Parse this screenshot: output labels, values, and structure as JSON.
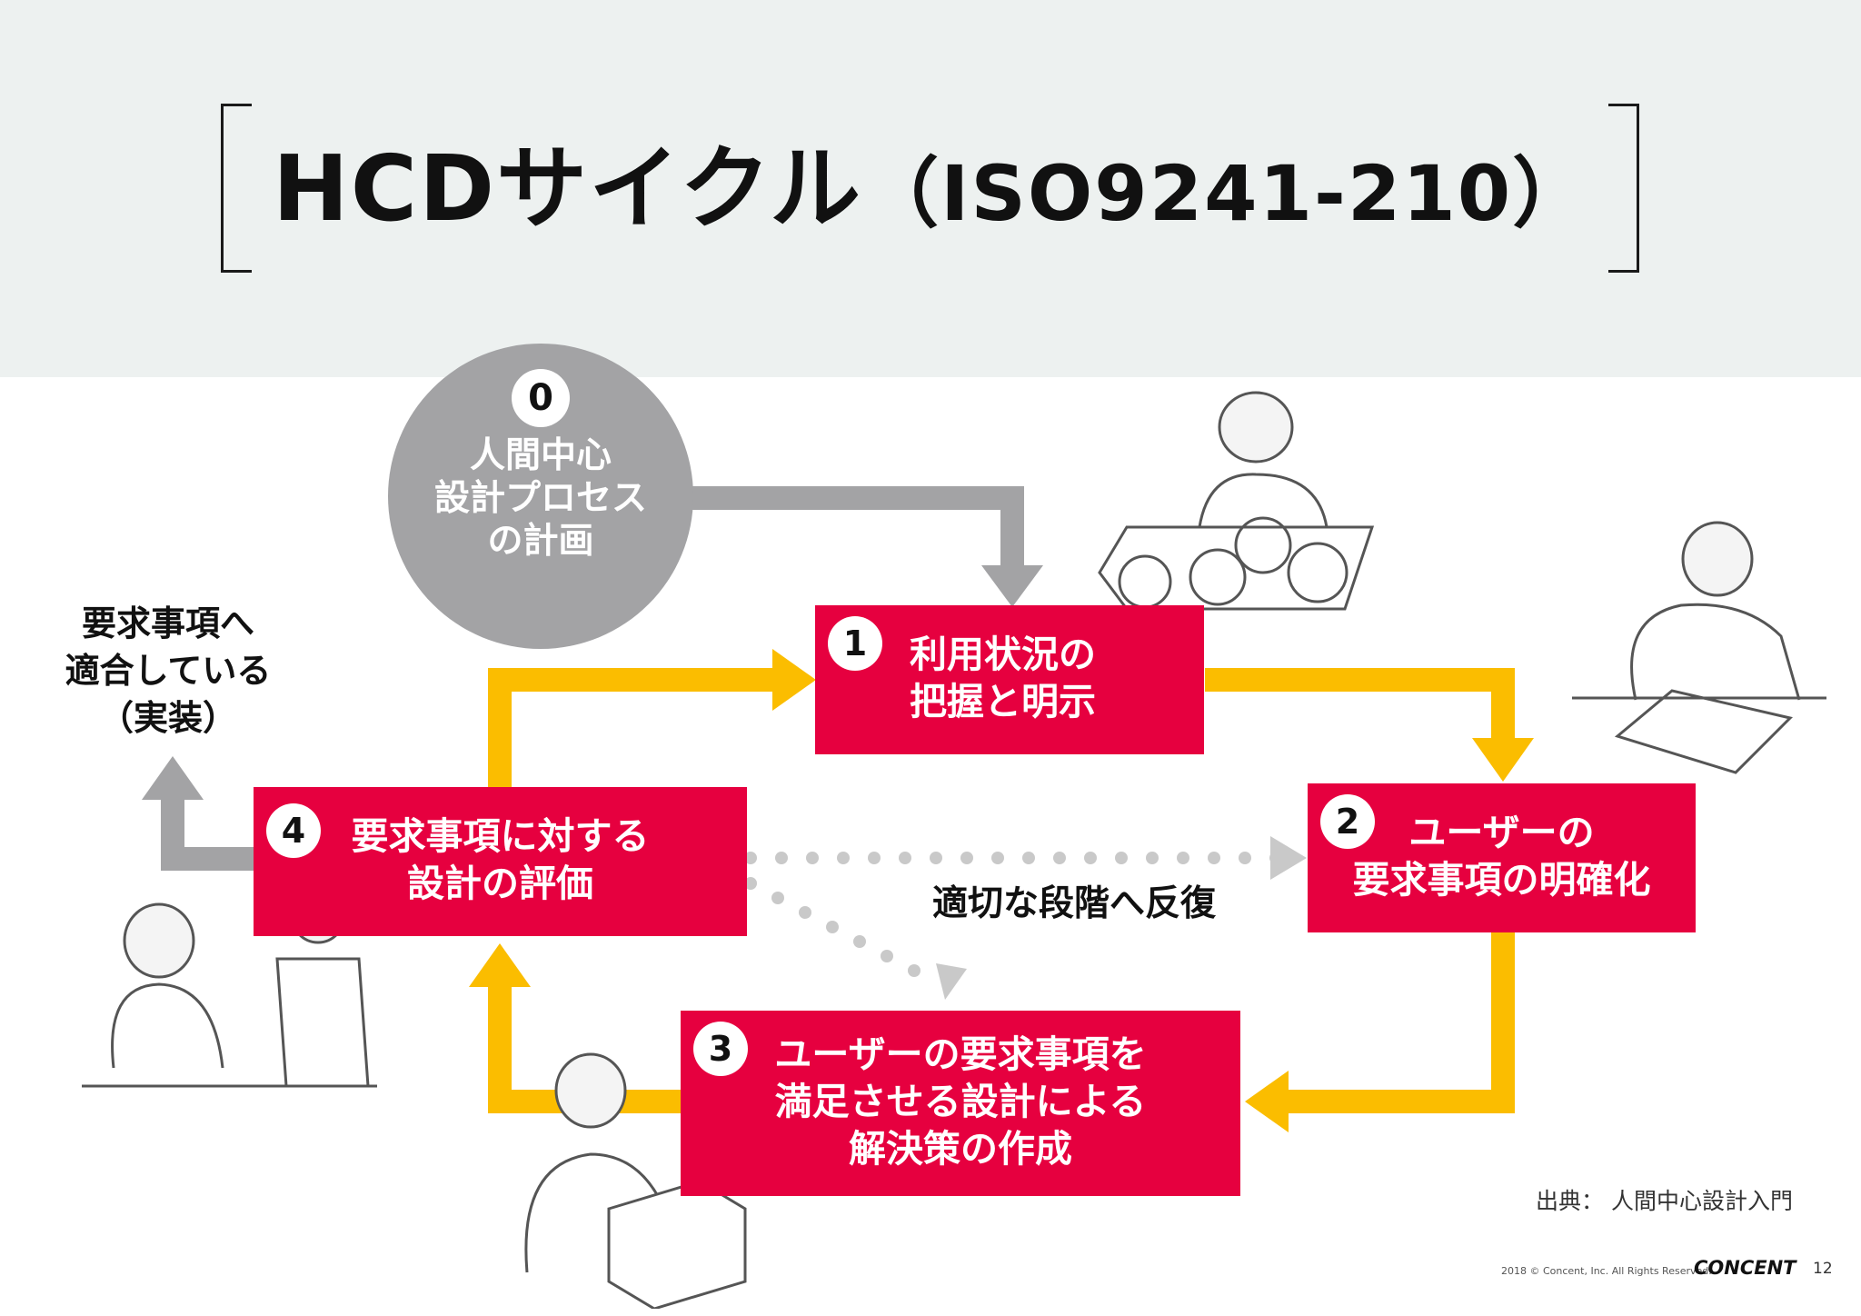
{
  "title": {
    "main": "HCDサイクル",
    "sub": "（ISO9241-210）"
  },
  "planning": {
    "number": "0",
    "line1": "人間中心",
    "line2": "設計プロセス",
    "line3": "の計画"
  },
  "steps": [
    {
      "number": "1",
      "line1": "利用状況の",
      "line2": "把握と明示"
    },
    {
      "number": "2",
      "line1": "ユーザーの",
      "line2": "要求事項の明確化"
    },
    {
      "number": "3",
      "line1": "ユーザーの要求事項を",
      "line2": "満足させる設計による",
      "line3": "解決策の作成"
    },
    {
      "number": "4",
      "line1": "要求事項に対する",
      "line2": "設計の評価"
    }
  ],
  "exit_note": {
    "line1": "要求事項へ",
    "line2": "適合している",
    "line3": "（実装）"
  },
  "iterate_note": "適切な段階へ反復",
  "source": "出典： 人間中心設計入門",
  "footer": {
    "copyright": "2018 © Concent, Inc. All Rights Reserved.",
    "brand": "CONCENT",
    "page": "12"
  },
  "colors": {
    "header_bg": "#edf1f0",
    "step_box": "#e6003f",
    "cycle_arrow": "#fbbd00",
    "gray": "#a3a3a5"
  }
}
